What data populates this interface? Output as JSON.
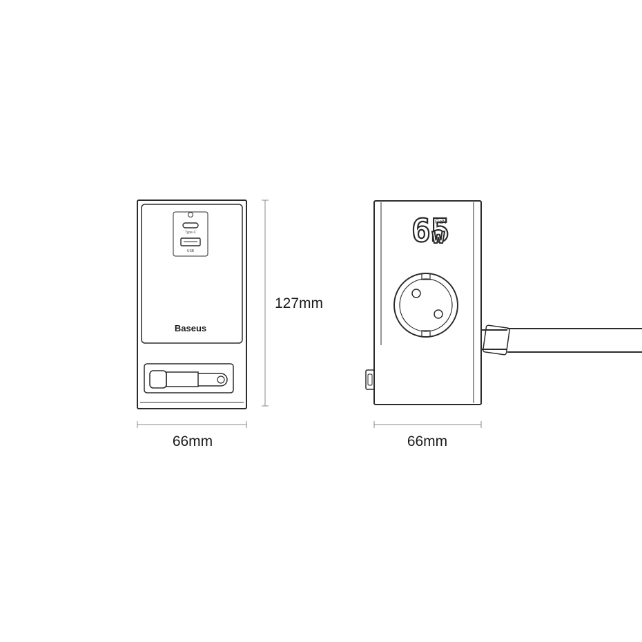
{
  "front_view": {
    "brand": "Baseus",
    "port_c_label": "Type-C",
    "port_a_label": "USB",
    "width_label": "66mm"
  },
  "side_view": {
    "power_number": "65",
    "power_unit": "w",
    "tech_label": "GaN",
    "width_label": "66mm"
  },
  "height_label": "127mm",
  "colors": {
    "outline": "#2b2b2b",
    "dimension_line": "#8a8a8a",
    "background": "#ffffff"
  }
}
